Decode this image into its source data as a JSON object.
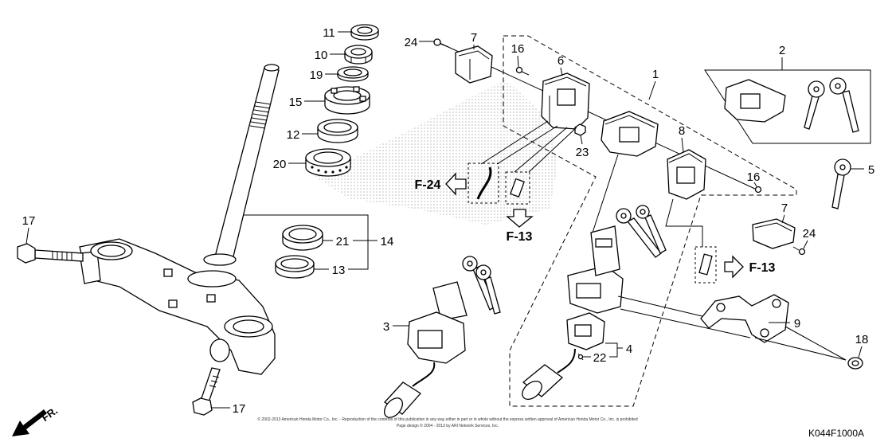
{
  "callouts": {
    "part_11": "11",
    "part_10": "10",
    "part_19": "19",
    "part_15": "15",
    "part_12": "12",
    "part_20": "20",
    "part_24_top": "24",
    "part_7_top": "7",
    "part_16_top": "16",
    "part_6": "6",
    "part_1": "1",
    "part_2": "2",
    "part_23": "23",
    "part_8": "8",
    "part_16_right": "16",
    "part_5": "5",
    "part_17_left": "17",
    "part_21": "21",
    "part_14": "14",
    "part_13": "13",
    "part_7_right": "7",
    "part_24_right": "24",
    "part_9": "9",
    "part_18": "18",
    "part_3": "3",
    "part_4": "4",
    "part_22": "22",
    "part_17_bottom": "17"
  },
  "references": {
    "f24": "F-24",
    "f13_center": "F-13",
    "f13_right": "F-13"
  },
  "direction_label": "FR.",
  "drawing_code": "K044F1000A",
  "copyright": {
    "line1": "© 2002-2013 American Honda Motor Co., Inc. - Reproduction of the contents of this publication in any way either in part or in whole without the express written approval of American Honda Motor Co., Inc. is prohibited",
    "line2": "Page design © 2004 - 2013 by ARI Network Services, Inc."
  }
}
